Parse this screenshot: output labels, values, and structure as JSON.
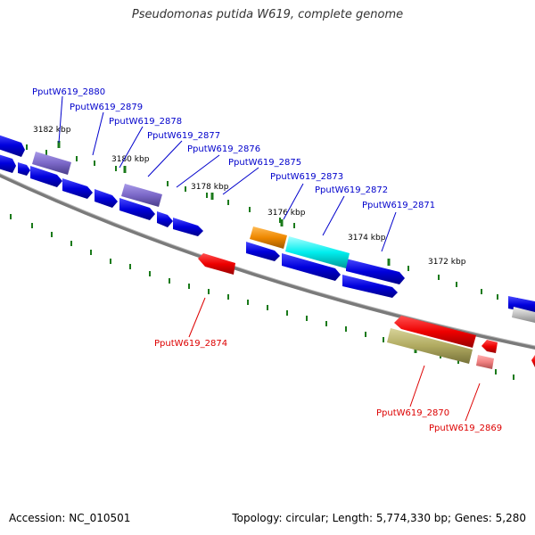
{
  "title": "Pseudomonas putida W619, complete genome",
  "footer": {
    "accession": "Accession: NC_010501",
    "summary": "Topology: circular; Length: 5,774,330 bp; Genes: 5,280"
  },
  "colors": {
    "forward_gene": "#0000dd",
    "reverse_gene": "#ee0000",
    "backbone": "#808080",
    "gc_ticks": "#1a7a1a",
    "label_forward": "#0000cc",
    "label_reverse": "#dd0000"
  },
  "tick_labels": [
    "3182 kbp",
    "3180 kbp",
    "3178 kbp",
    "3176 kbp",
    "3174 kbp",
    "3172 kbp"
  ],
  "gene_labels": [
    {
      "text": "PputW619_2880",
      "strand": "forward"
    },
    {
      "text": "PputW619_2879",
      "strand": "forward"
    },
    {
      "text": "PputW619_2878",
      "strand": "forward"
    },
    {
      "text": "PputW619_2877",
      "strand": "forward"
    },
    {
      "text": "PputW619_2876",
      "strand": "forward"
    },
    {
      "text": "PputW619_2875",
      "strand": "forward"
    },
    {
      "text": "PputW619_2873",
      "strand": "forward"
    },
    {
      "text": "PputW619_2872",
      "strand": "forward"
    },
    {
      "text": "PputW619_2871",
      "strand": "forward"
    },
    {
      "text": "PputW619_2874",
      "strand": "reverse"
    },
    {
      "text": "PputW619_2870",
      "strand": "reverse"
    },
    {
      "text": "PputW619_2869",
      "strand": "reverse"
    }
  ]
}
